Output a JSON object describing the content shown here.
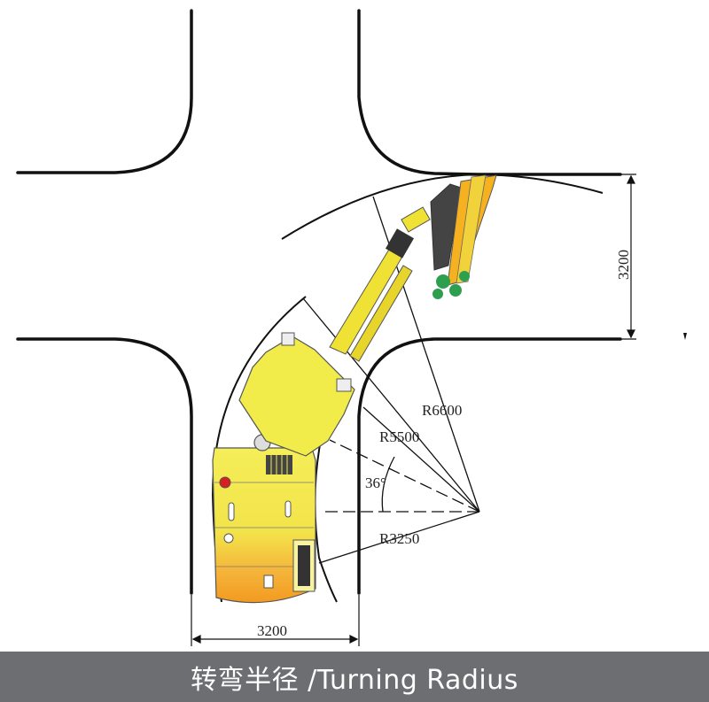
{
  "diagram": {
    "labels": {
      "r_outer": "R6600",
      "r_middle": "R5500",
      "r_inner": "R3250",
      "angle": "36°",
      "dim_bottom": "3200",
      "dim_right": "3200"
    },
    "colors": {
      "machine_yellow": "#f2ec4a",
      "machine_orange": "#f5a623",
      "drill_green": "#2e9e4f",
      "road_line": "#111111",
      "caption_bg": "#6d6e71"
    }
  },
  "caption": {
    "text": "转弯半径 /Turning Radius"
  }
}
